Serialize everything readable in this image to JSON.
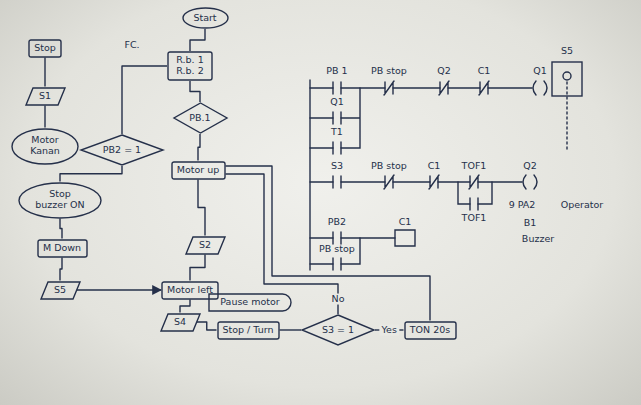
{
  "diagram": {
    "nodes": [
      {
        "text": [
          "Start"
        ]
      },
      {
        "text": [
          "R.b. 1 R.b. 2"
        ]
      },
      {
        "text": [
          "PB.1"
        ]
      },
      {
        "text": [
          "Motor up"
        ]
      },
      {
        "text": [
          "S2"
        ]
      },
      {
        "text": [
          "Motor left"
        ]
      },
      {
        "text": [
          "S4"
        ]
      },
      {
        "text": [
          "Pause motor"
        ]
      },
      {
        "text": [
          "Stop / Turn"
        ]
      },
      {
        "text": [
          "S3 = 1"
        ]
      },
      {
        "text": [
          "TON 20s"
        ]
      },
      {
        "text": [
          "Stop"
        ]
      },
      {
        "text": [
          "S1"
        ]
      },
      {
        "text": [
          "Motor Kanan"
        ]
      },
      {
        "text": [
          "PB2 = 1"
        ]
      },
      {
        "text": [
          "Stop buzzer ON"
        ]
      },
      {
        "text": [
          "M Down"
        ]
      },
      {
        "text": [
          "S5"
        ]
      }
    ],
    "edges": [
      {
        "from": 0,
        "to": 1,
        "arrow": "none"
      },
      {
        "from": 1,
        "to": 2,
        "arrow": "none"
      },
      {
        "from": 1,
        "to": 14,
        "arrow": "none"
      },
      {
        "from": 2,
        "to": 3,
        "arrow": "none"
      },
      {
        "from": 3,
        "to": 4,
        "arrow": "none"
      },
      {
        "from": 4,
        "to": 5,
        "arrow": "none"
      },
      {
        "from": 5,
        "to": 6,
        "arrow": "none"
      },
      {
        "from": 6,
        "to": 8,
        "arrow": "none"
      },
      {
        "from": 8,
        "to": 9,
        "arrow": "none"
      },
      {
        "from": 9,
        "to": 10,
        "label": "Yes",
        "arrow": "none"
      },
      {
        "from": 9,
        "to": 3,
        "label": "No",
        "arrow": "none"
      },
      {
        "from": 10,
        "to": 3,
        "arrow": "none"
      },
      {
        "from": 11,
        "to": 12,
        "arrow": "none"
      },
      {
        "from": 12,
        "to": 13,
        "arrow": "none"
      },
      {
        "from": 14,
        "to": 15,
        "arrow": "none"
      },
      {
        "from": 15,
        "to": 16,
        "arrow": "none"
      },
      {
        "from": 16,
        "to": 17,
        "arrow": "none"
      },
      {
        "from": 17,
        "to": 5,
        "arrow": "to"
      }
    ],
    "labels": [
      "FC.",
      "PB 1",
      "PB stop",
      "Q2",
      "C1",
      "Q1",
      "Q1",
      "T1",
      "S3",
      "PB stop",
      "C1",
      "TOF1",
      "Q2",
      "TOF1",
      "PB2",
      "C1",
      "PB stop",
      "S5",
      "9 PA2",
      "Operator",
      "B1",
      "Buzzer"
    ]
  }
}
